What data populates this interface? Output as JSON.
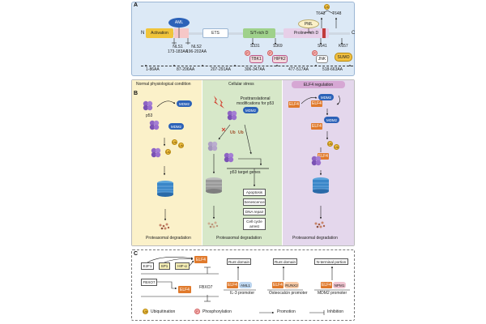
{
  "panel_a": {
    "letter": "A",
    "n_term": "N",
    "c_term": "C",
    "domains": [
      "Activation",
      "ETS",
      "S/T-rich D",
      "Proline-rich D"
    ],
    "partners": {
      "aml": "AML",
      "pml": "PML"
    },
    "nls": [
      "NLS1",
      "173-183AA",
      "NLS2",
      "196-202AA"
    ],
    "sites": {
      "s331": "S331",
      "tbk1": "TBK1",
      "s369": "S369",
      "hipk2": "HIPK2",
      "s641": "S641",
      "jnk": "JNK",
      "k657": "K657",
      "sumo": "SUMO",
      "t643": "T643",
      "t648": "T648"
    },
    "ranges": [
      "1-86AA",
      "87-206AA",
      "207-291AA",
      "306-347AA",
      "477-517AA",
      "518-663AA"
    ]
  },
  "panel_b": {
    "letter": "B",
    "headers": [
      "Normal physiological condition",
      "Cellular stress",
      "ELF4 regulation"
    ],
    "stress_note": [
      "Posttranslational",
      "modifications for p53"
    ],
    "targets_label": "p53 target genes",
    "outcomes": [
      "Apoptosis",
      "Senescence",
      "DNA repair",
      "Cell cycle",
      "arrest"
    ],
    "p53": "p53",
    "mdm2": "MDM2",
    "elf4": "ELF4",
    "ub": "Ub",
    "p": "P",
    "degradation": "Proteasomal degradation"
  },
  "panel_c": {
    "letter": "C",
    "tfs": [
      "E2F1",
      "SP1",
      "HIF-α"
    ],
    "fbxo7": "FBXO7",
    "elf4": "ELF4",
    "domains": [
      "Runt domain",
      "Runt domain",
      "N-terminal portion"
    ],
    "partners": [
      "AML1",
      "RUNX2",
      "NPM1"
    ],
    "promoters": [
      "IL-3 promoter",
      "Osteocalcin promoter",
      "MDM2 promoter"
    ]
  },
  "legend": {
    "ub": "Ub",
    "ubiquitination": "Ubiquitination",
    "p": "P",
    "phosphorylation": "Phosphorylation",
    "promotion": "Promotion",
    "inhibition": "Inhibition"
  },
  "colors": {
    "panel_a_bg": "#dce9f6",
    "panel_b_left": "#fbf1c9",
    "panel_b_mid": "#d7e8c9",
    "panel_b_right": "#e4d7ec",
    "elf4": "#e07a2c",
    "mdm2": "#2c62b8",
    "p53": "#8e64c4",
    "ub": "#f2c141",
    "proteasome": "#3a86c8"
  }
}
